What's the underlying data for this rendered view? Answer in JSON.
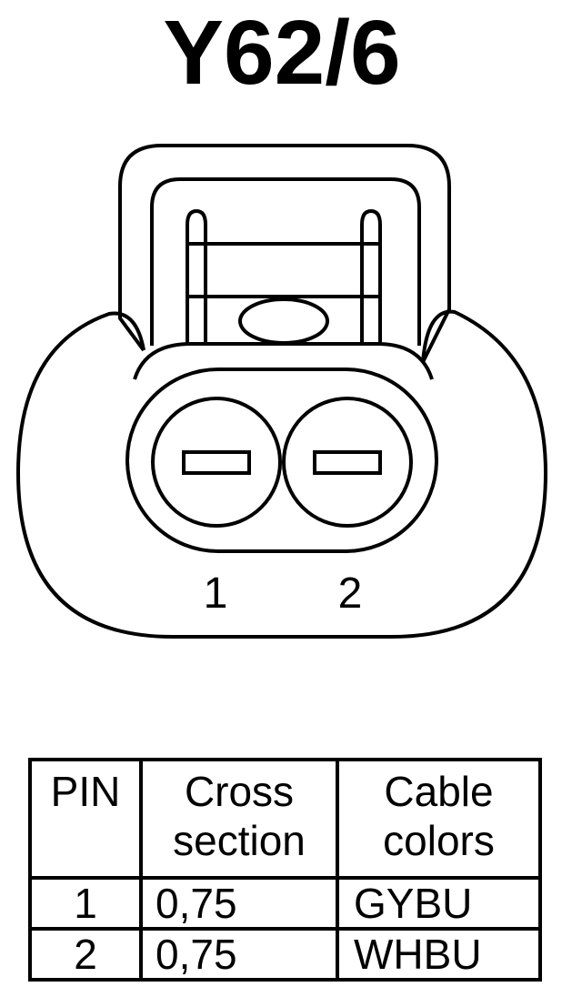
{
  "title": "Y62/6",
  "connector": {
    "pin_labels": [
      "1",
      "2"
    ]
  },
  "table": {
    "headers": [
      [
        "PIN"
      ],
      [
        "Cross",
        "section"
      ],
      [
        "Cable",
        "colors"
      ]
    ],
    "rows": [
      {
        "pin": "1",
        "cross_section": "0,75",
        "cable_color": "GYBU"
      },
      {
        "pin": "2",
        "cross_section": "0,75",
        "cable_color": "WHBU"
      }
    ]
  }
}
